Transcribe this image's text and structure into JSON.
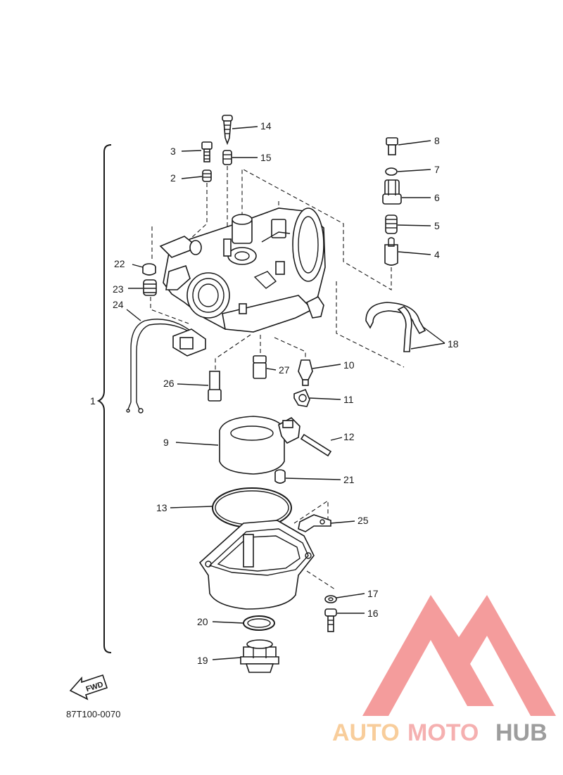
{
  "diagram": {
    "drawing_code": "87T100-0070",
    "fwd_label": "FWD",
    "group_label": "1",
    "parts": [
      {
        "no": "3"
      },
      {
        "no": "2"
      },
      {
        "no": "14"
      },
      {
        "no": "15"
      },
      {
        "no": "8"
      },
      {
        "no": "7"
      },
      {
        "no": "6"
      },
      {
        "no": "5"
      },
      {
        "no": "4"
      },
      {
        "no": "22"
      },
      {
        "no": "23"
      },
      {
        "no": "24"
      },
      {
        "no": "18"
      },
      {
        "no": "27"
      },
      {
        "no": "10"
      },
      {
        "no": "26"
      },
      {
        "no": "11"
      },
      {
        "no": "9"
      },
      {
        "no": "12"
      },
      {
        "no": "21"
      },
      {
        "no": "13"
      },
      {
        "no": "25"
      },
      {
        "no": "17"
      },
      {
        "no": "16"
      },
      {
        "no": "20"
      },
      {
        "no": "19"
      }
    ]
  },
  "watermark": {
    "text_a": "AUTO",
    "text_b": "MOTO",
    "text_c": "HUB",
    "color_a": "#f7c58a",
    "color_b": "#f4a3a3",
    "color_c": "#8c8c8c",
    "logo_color": "#f28b8b"
  }
}
